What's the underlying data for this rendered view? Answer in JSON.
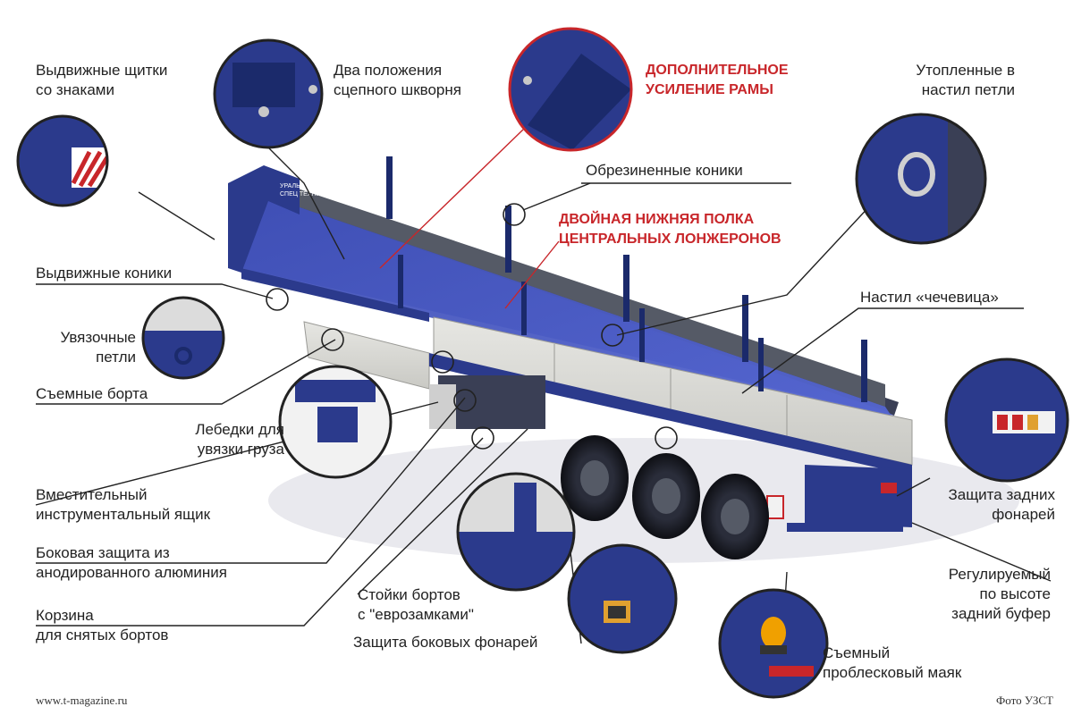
{
  "labels": {
    "vydvizh_shchitki": [
      "Выдвижные щитки",
      "со знаками"
    ],
    "dva_polozheniya": [
      "Два положения",
      "сцепного шкворня"
    ],
    "dop_usilenie": [
      "ДОПОЛНИТЕЛЬНОЕ",
      "УСИЛЕНИЕ РАМЫ"
    ],
    "utoplennye": [
      "Утопленные в",
      "настил петли"
    ],
    "obrezinennye": "Обрезиненные коники",
    "dvoynaya_polka": [
      "ДВОЙНАЯ НИЖНЯЯ ПОЛКА",
      "ЦЕНТРАЛЬНЫХ ЛОНЖЕРОНОВ"
    ],
    "vydvizh_koniki": "Выдвижные коники",
    "nastil": "Настил «чечевица»",
    "uvyazochnye": [
      "Увязочные",
      "петли"
    ],
    "semnye_borta": "Съемные борта",
    "lebedki": [
      "Лебедки для",
      "увязки груза"
    ],
    "vmestitelny": [
      "Вместительный",
      "инструментальный ящик"
    ],
    "bokovaya_zashchita": [
      "Боковая защита из",
      "анодированного алюминия"
    ],
    "korzina": [
      "Корзина",
      "для снятых бортов"
    ],
    "stoyki": [
      "Стойки бортов",
      "с \"еврозамками\""
    ],
    "zashchita_bokovyh": "Защита боковых фонарей",
    "zashchita_zadnih": [
      "Защита задних",
      "фонарей"
    ],
    "reguliruemy": [
      "Регулируемый",
      "по высоте",
      "задний буфер"
    ],
    "semny_mayak": [
      "Съемный",
      "проблесковый маяк"
    ]
  },
  "brand_text": [
    "УРАЛЬСКИЙ ЗАВОД",
    "СПЕЦ ТЕХНИКИ"
  ],
  "footer": {
    "left": "www.t-magazine.ru",
    "right": "Фото УЗСТ"
  },
  "colors": {
    "frame_blue": "#2b3a8c",
    "accent_red": "#c8262a",
    "side_silver": "#d9d9d4",
    "deck_blue": "#4a5cc8"
  }
}
